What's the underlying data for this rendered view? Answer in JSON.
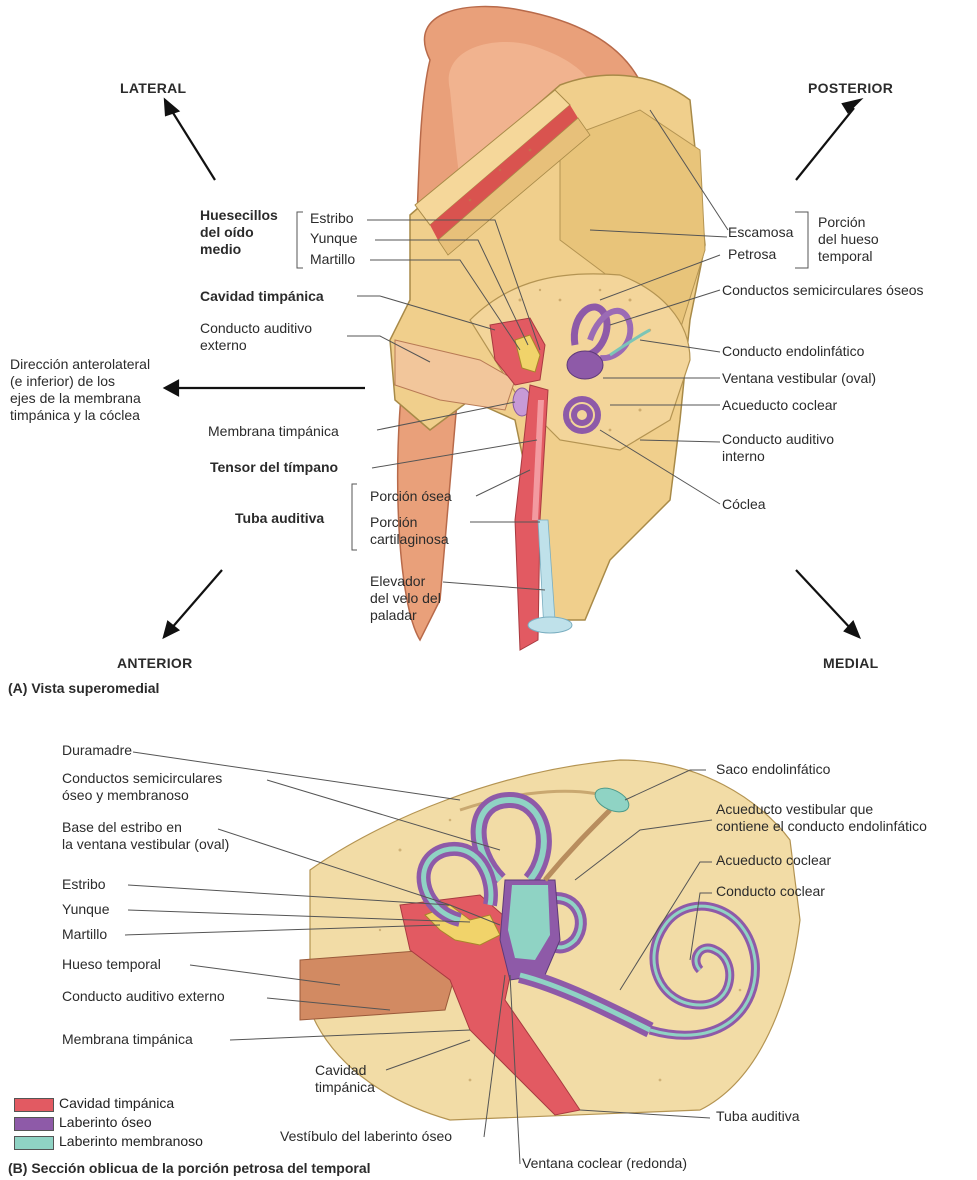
{
  "panelA": {
    "directions": {
      "lateral": "LATERAL",
      "posterior": "POSTERIOR",
      "anterior": "ANTERIOR",
      "medial": "MEDIAL"
    },
    "ossicles_group": {
      "line1": "Huesecillos",
      "line2": "del oído",
      "line3": "medio"
    },
    "ossicles": {
      "stapes": "Estribo",
      "incus": "Yunque",
      "malleus": "Martillo"
    },
    "temporal_parts": {
      "squamous": "Escamosa",
      "petrous": "Petrosa"
    },
    "temporal_group": {
      "line1": "Porción",
      "line2": "del hueso",
      "line3": "temporal"
    },
    "tympanic_cavity": "Cavidad timpánica",
    "external_canal": {
      "line1": "Conducto auditivo",
      "line2": "externo"
    },
    "axis_direction": {
      "line1": "Dirección anterolateral",
      "line2": "(e inferior) de los",
      "line3": "ejes de la membrana",
      "line4": "timpánica y la cóclea"
    },
    "tympanic_membrane": "Membrana timpánica",
    "tensor_tympani": "Tensor del tímpano",
    "auditory_tube": "Tuba auditiva",
    "bony_part": "Porción ósea",
    "cartilaginous": {
      "line1": "Porción",
      "line2": "cartilaginosa"
    },
    "levator": {
      "line1": "Elevador",
      "line2": "del velo del",
      "line3": "paladar"
    },
    "semicircular_canals": "Conductos semicirculares óseos",
    "endolymphatic_duct": "Conducto endolinfático",
    "oval_window": "Ventana vestibular (oval)",
    "cochlear_aqueduct": "Acueducto coclear",
    "internal_canal": {
      "line1": "Conducto auditivo",
      "line2": "interno"
    },
    "cochlea": "Cóclea",
    "caption": "(A) Vista superomedial"
  },
  "panelB": {
    "dura": "Duramadre",
    "semicircular": {
      "line1": "Conductos semicirculares",
      "line2": "óseo y membranoso"
    },
    "stapes_base": {
      "line1": "Base del estribo en",
      "line2": "la ventana vestibular (oval)"
    },
    "stapes": "Estribo",
    "incus": "Yunque",
    "malleus": "Martillo",
    "temporal_bone": "Hueso temporal",
    "external_canal": "Conducto auditivo externo",
    "tympanic_membrane": "Membrana timpánica",
    "endolymphatic_sac": "Saco endolinfático",
    "vestibular_aqueduct": {
      "line1": "Acueducto vestibular que",
      "line2": "contiene el conducto endolinfático"
    },
    "cochlear_aqueduct": "Acueducto coclear",
    "cochlear_duct": "Conducto coclear",
    "tympanic_cavity": {
      "line1": "Cavidad",
      "line2": "timpánica"
    },
    "vestibule": "Vestíbulo del laberinto óseo",
    "auditory_tube": "Tuba auditiva",
    "round_window": "Ventana coclear (redonda)",
    "caption": "(B) Sección oblicua de la porción petrosa del temporal"
  },
  "legend": [
    {
      "label": "Cavidad timpánica",
      "color": "#e25a62"
    },
    {
      "label": "Laberinto óseo",
      "color": "#8e5aa8"
    },
    {
      "label": "Laberinto membranoso",
      "color": "#8fd3c4"
    }
  ]
}
